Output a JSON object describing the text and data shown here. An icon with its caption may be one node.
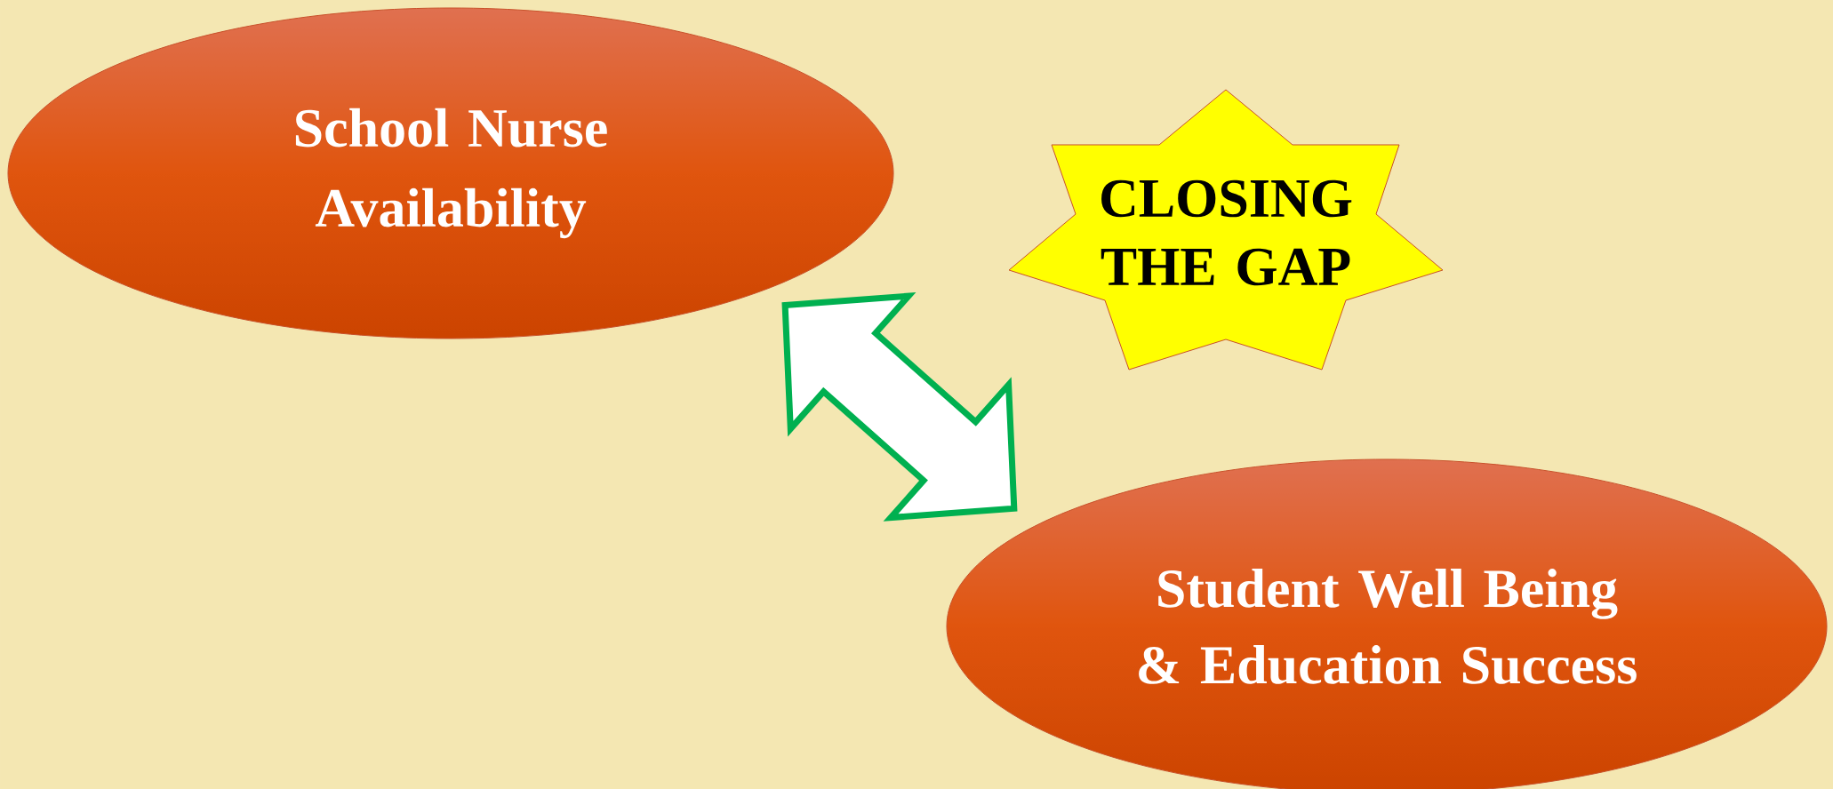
{
  "diagram": {
    "nodes": [
      {
        "text": [
          "School Nurse Availability"
        ]
      },
      {
        "text": [
          "CLOSING THE GAP"
        ]
      },
      {
        "text": [
          "Student Well Being & Education Success"
        ]
      }
    ],
    "edges": [
      {
        "from": 0,
        "to": 2,
        "arrow": "both",
        "color": "#00b050"
      }
    ]
  }
}
